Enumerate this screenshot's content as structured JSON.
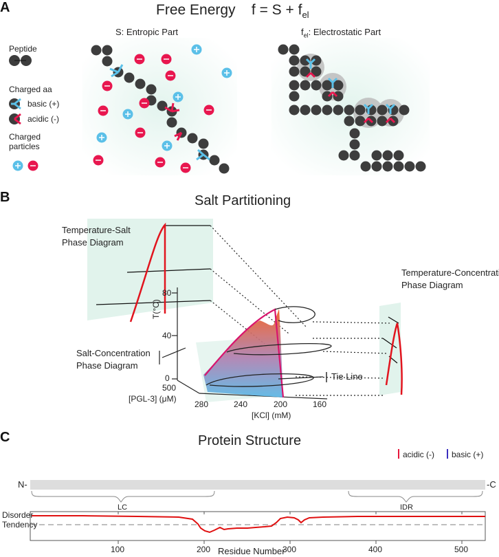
{
  "panels": {
    "a": {
      "letter": "A",
      "title_main": "Free Energy",
      "title_eq": "f = S + f",
      "title_sub": "el",
      "entropic_title": "S: Entropic Part",
      "electro_title_f": "f",
      "electro_title_sub": "el",
      "electro_title_rest": ": Electrostatic Part",
      "legend": {
        "peptide": "Peptide",
        "charged_aa": "Charged aa",
        "basic": "basic (+)",
        "acidic": "acidic (-)",
        "charged_particles_1": "Charged",
        "charged_particles_2": "particles"
      }
    },
    "b": {
      "letter": "B",
      "title": "Salt Partitioning",
      "ts_diagram_1": "Temperature-Salt",
      "ts_diagram_2": "Phase Diagram",
      "tc_diagram_1": "Temperature-Concentration",
      "tc_diagram_2": "Phase Diagram",
      "sc_diagram_1": "Salt-Concentration",
      "sc_diagram_2": "Phase Diagram",
      "tie_line": "Tie Line",
      "t_axis_label": "T(°C)",
      "t_ticks": [
        "80",
        "40",
        "0"
      ],
      "pgl_label": "[PGL-3] (μM)",
      "pgl_tick": "500",
      "kcl_label": "[KCl] (mM)",
      "kcl_ticks": [
        "280",
        "240",
        "200",
        "160"
      ]
    },
    "c": {
      "letter": "C",
      "title": "Protein Structure",
      "legend_acidic": "acidic (-)",
      "legend_basic": "basic (+)",
      "n_term": "N-",
      "c_term": "-C",
      "lc_label": "LC",
      "idr_label": "IDR",
      "y_label_1": "Disorder",
      "y_label_2": "Tendency",
      "x_label": "Residue Number",
      "x_ticks": [
        "100",
        "200",
        "300",
        "400",
        "500"
      ],
      "colors": {
        "acidic": "#e8173c",
        "basic": "#3b2fbf",
        "disorder": "#e01010"
      }
    }
  }
}
